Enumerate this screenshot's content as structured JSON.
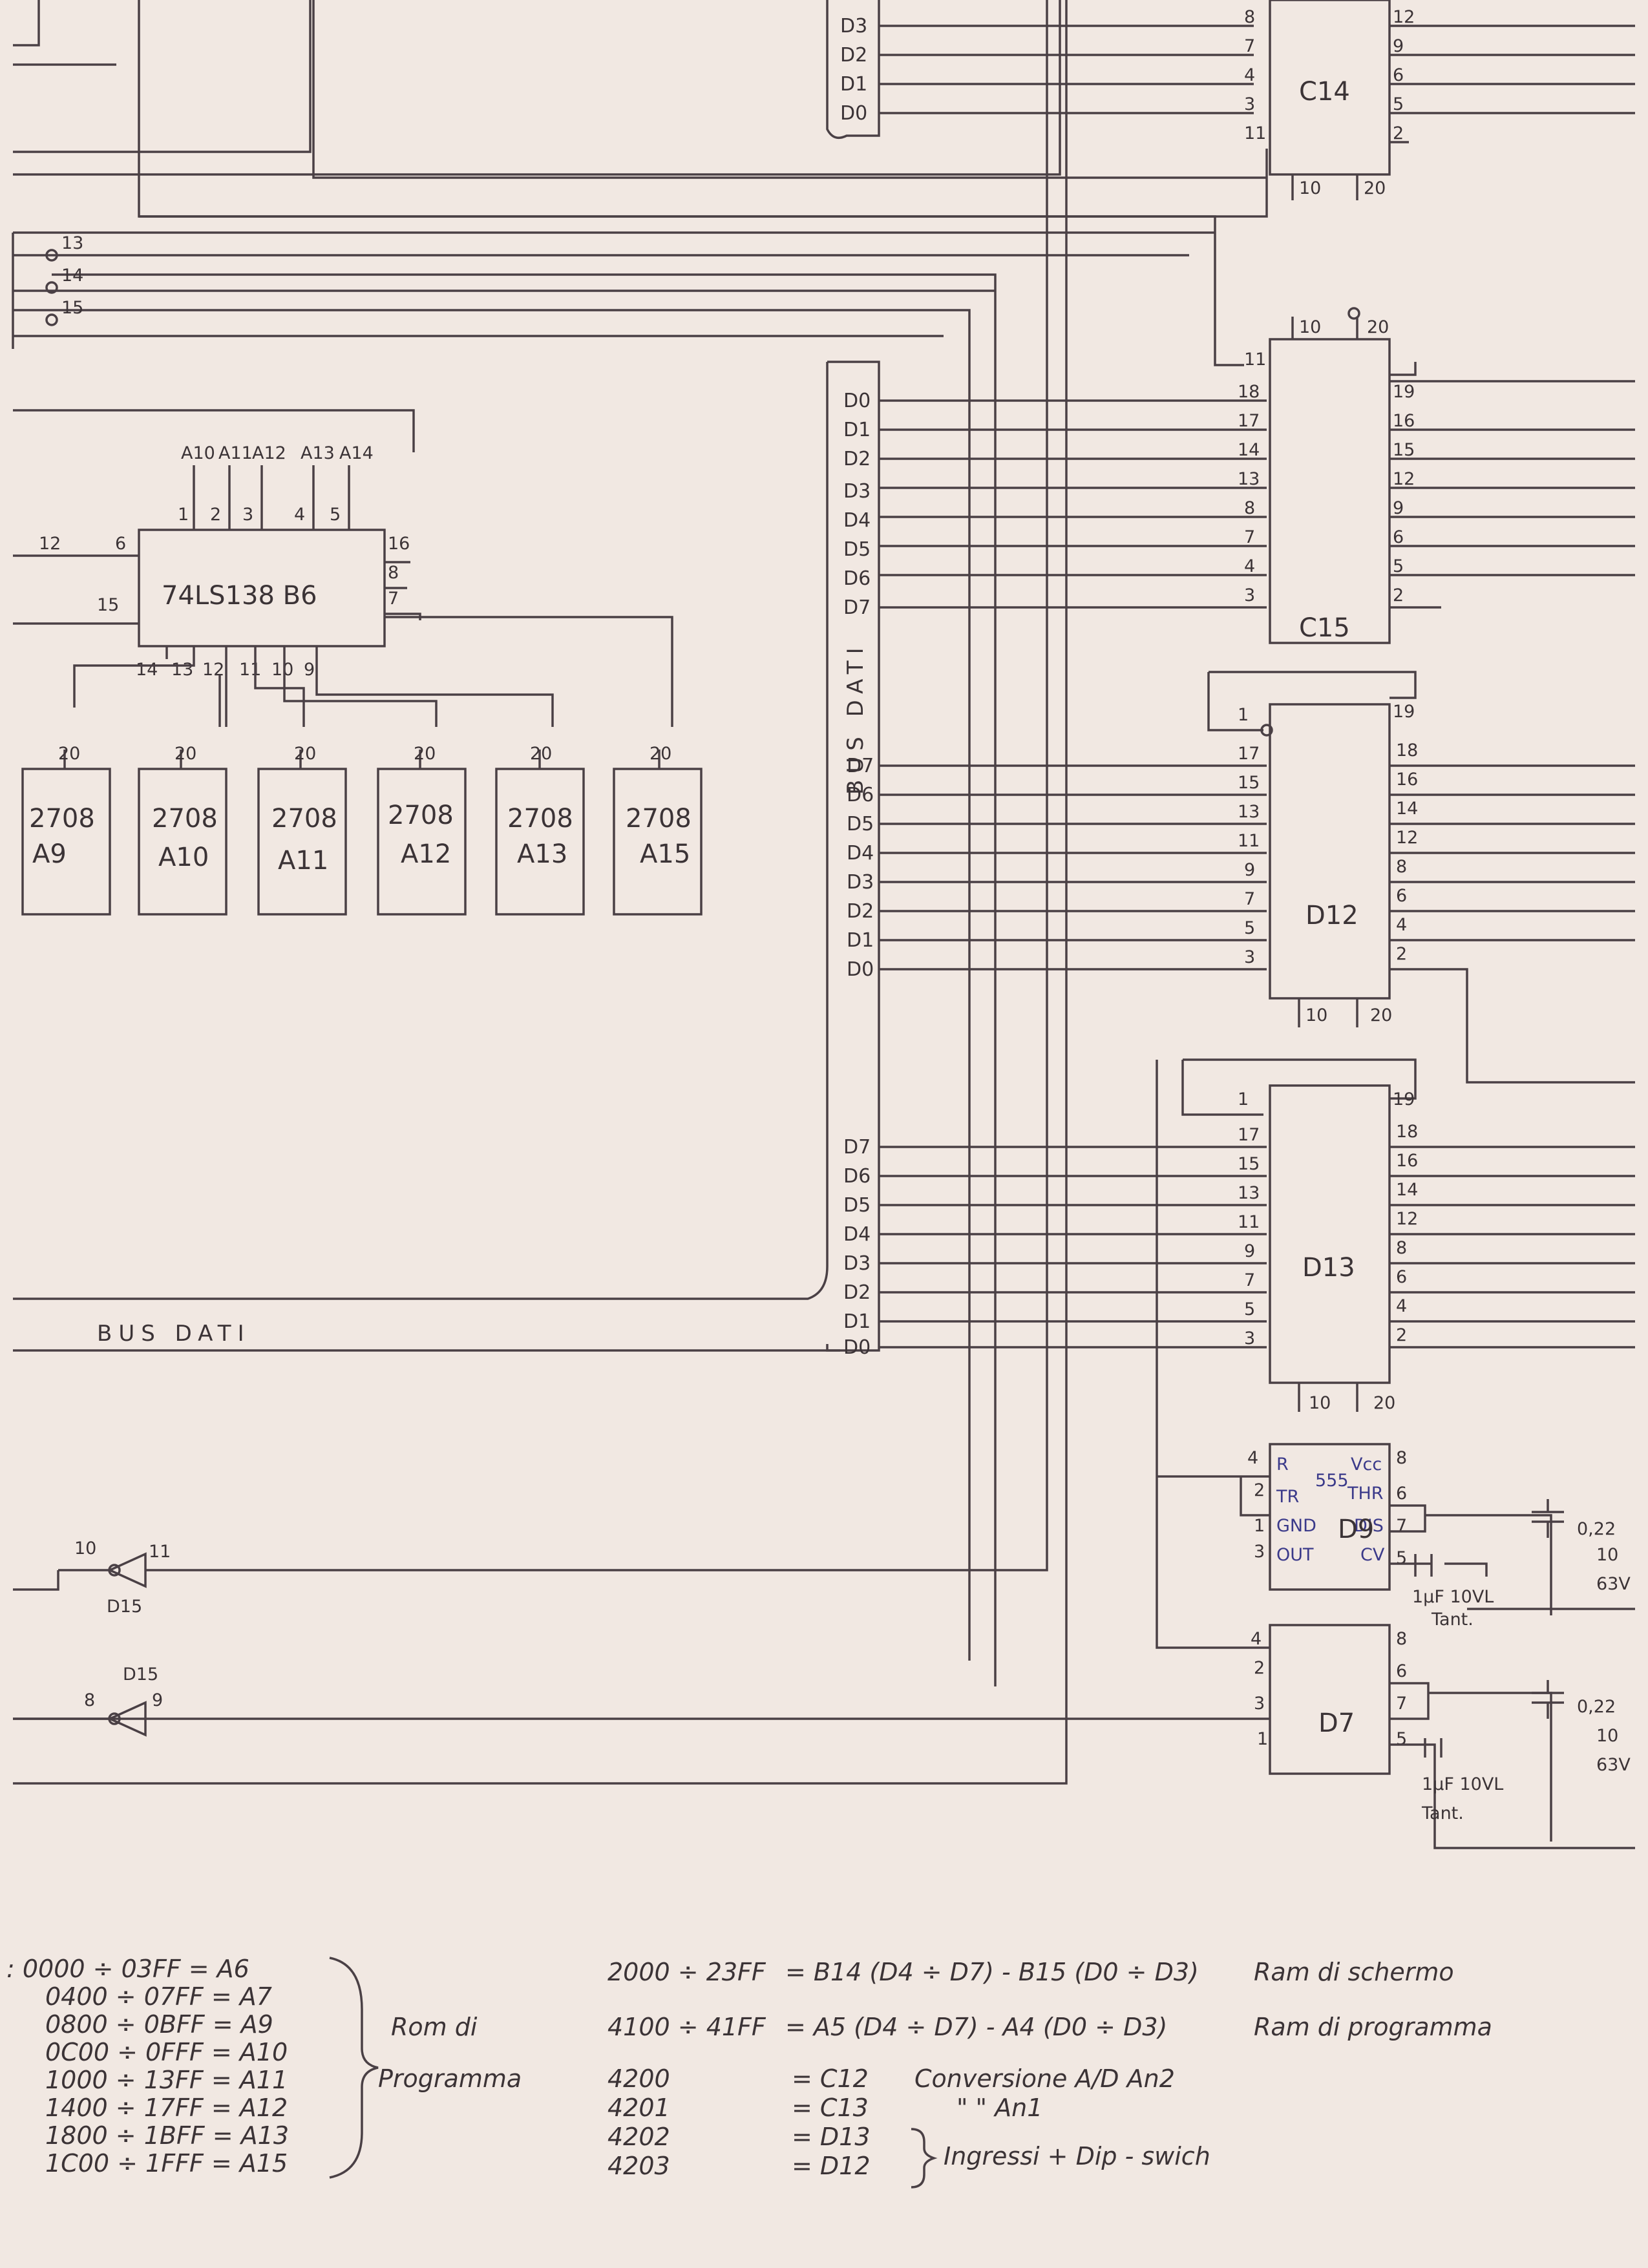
{
  "decoder": {
    "part": "74LS138 B6",
    "addr_inputs": [
      "A10",
      "A11",
      "A12",
      "A13",
      "A14"
    ],
    "input_pins": [
      "1",
      "2",
      "3",
      "4",
      "5"
    ],
    "pin_6": "6",
    "pin_15": "15",
    "pin_16": "16",
    "pin_8": "8",
    "pin_7": "7",
    "wire_12": "12",
    "out_pins": [
      "14",
      "13",
      "12",
      "11",
      "10",
      "9"
    ]
  },
  "roms": [
    {
      "type": "2708",
      "id": "A9",
      "vcc": "20"
    },
    {
      "type": "2708",
      "id": "A10",
      "vcc": "20"
    },
    {
      "type": "2708",
      "id": "A11",
      "vcc": "20"
    },
    {
      "type": "2708",
      "id": "A12",
      "vcc": "20"
    },
    {
      "type": "2708",
      "id": "A13",
      "vcc": "20"
    },
    {
      "type": "2708",
      "id": "A15",
      "vcc": "20"
    }
  ],
  "bus": {
    "vertical_label": "BUS DATI",
    "horizontal_label": "BUS DATI",
    "top_bits": [
      "D3",
      "D2",
      "D1",
      "D0"
    ],
    "bits_asc": [
      "D0",
      "D1",
      "D2",
      "D3",
      "D4",
      "D5",
      "D6",
      "D7"
    ],
    "bits_desc": [
      "D7",
      "D6",
      "D5",
      "D4",
      "D3",
      "D2",
      "D1",
      "D0"
    ]
  },
  "left_edge_pins": [
    "13",
    "14",
    "15"
  ],
  "chips": {
    "c14": {
      "name": "C14",
      "pins_left": [
        "8",
        "7",
        "4",
        "3",
        "11"
      ],
      "pins_right": [
        "12",
        "9",
        "6",
        "5",
        "2"
      ],
      "bottom": [
        "10",
        "20"
      ]
    },
    "c15": {
      "name": "C15",
      "top": [
        "10",
        "20"
      ],
      "pins_left": [
        "11",
        "18",
        "17",
        "14",
        "13",
        "8",
        "7",
        "4",
        "3"
      ],
      "pins_right": [
        "19",
        "16",
        "15",
        "12",
        "9",
        "6",
        "5",
        "2"
      ]
    },
    "d12": {
      "name": "D12",
      "pins_left": [
        "1",
        "17",
        "15",
        "13",
        "11",
        "9",
        "7",
        "5",
        "3"
      ],
      "pins_right": [
        "19",
        "18",
        "16",
        "14",
        "12",
        "8",
        "6",
        "4",
        "2"
      ],
      "bottom": [
        "10",
        "20"
      ]
    },
    "d13": {
      "name": "D13",
      "pins_left": [
        "1",
        "17",
        "15",
        "13",
        "11",
        "9",
        "7",
        "5",
        "3"
      ],
      "pins_right": [
        "19",
        "18",
        "16",
        "14",
        "12",
        "8",
        "6",
        "4",
        "2"
      ],
      "bottom": [
        "10",
        "20"
      ]
    },
    "d9": {
      "name": "D9",
      "part": "555",
      "pins_left": [
        "4",
        "2",
        "1",
        "3"
      ],
      "pins_right": [
        "8",
        "6",
        "7",
        "5"
      ],
      "sig_left": [
        "R",
        "TR",
        "GND",
        "OUT"
      ],
      "sig_right": [
        "Vcc",
        "THR",
        "DIS",
        "CV"
      ]
    },
    "d7": {
      "name": "D7",
      "pins_left": [
        "4",
        "2",
        "3",
        "1"
      ],
      "pins_right": [
        "8",
        "6",
        "7",
        "5"
      ]
    }
  },
  "caps": [
    {
      "value": "1µF 10VL",
      "note": "Tant.",
      "cap_value": "0,22",
      "cap_v1": "10",
      "cap_v2": "63V"
    },
    {
      "value": "1µF 10VL",
      "note": "Tant.",
      "cap_value": "0,22",
      "cap_v1": "10",
      "cap_v2": "63V"
    }
  ],
  "inverters": [
    {
      "name": "D15",
      "pin_in": "10",
      "pin_out": "11"
    },
    {
      "name": "D15",
      "pin_in": "8",
      "pin_out": "9"
    }
  ],
  "memory_map": {
    "rom": [
      ": 0000 ÷ 03FF = A6",
      "0400 ÷ 07FF = A7",
      "0800 ÷ 0BFF = A9",
      "0C00 ÷ 0FFF = A10",
      "1000 ÷ 13FF = A11",
      "1400 ÷ 17FF = A12",
      "1800 ÷ 1BFF = A13",
      "1C00 ÷ 1FFF = A15"
    ],
    "rom_label_1": "Rom di",
    "rom_label_2": "Programma",
    "ram": [
      {
        "range": "2000 ÷ 23FF",
        "eq": "= B14 (D4 ÷ D7) - B15 (D0 ÷ D3)",
        "desc": "Ram di schermo"
      },
      {
        "range": "4100 ÷ 41FF",
        "eq": "= A5 (D4 ÷ D7) - A4 (D0 ÷ D3)",
        "desc": "Ram di programma"
      }
    ],
    "io": [
      {
        "addr": "4200",
        "eq": "= C12",
        "desc": "Conversione A/D An2"
      },
      {
        "addr": "4201",
        "eq": "= C13",
        "desc": "\"        \"     An1"
      },
      {
        "addr": "4202",
        "eq": "= D13",
        "desc": ""
      },
      {
        "addr": "4203",
        "eq": "= D12",
        "desc": ""
      }
    ],
    "io_group": "Ingressi + Dip - swich"
  }
}
